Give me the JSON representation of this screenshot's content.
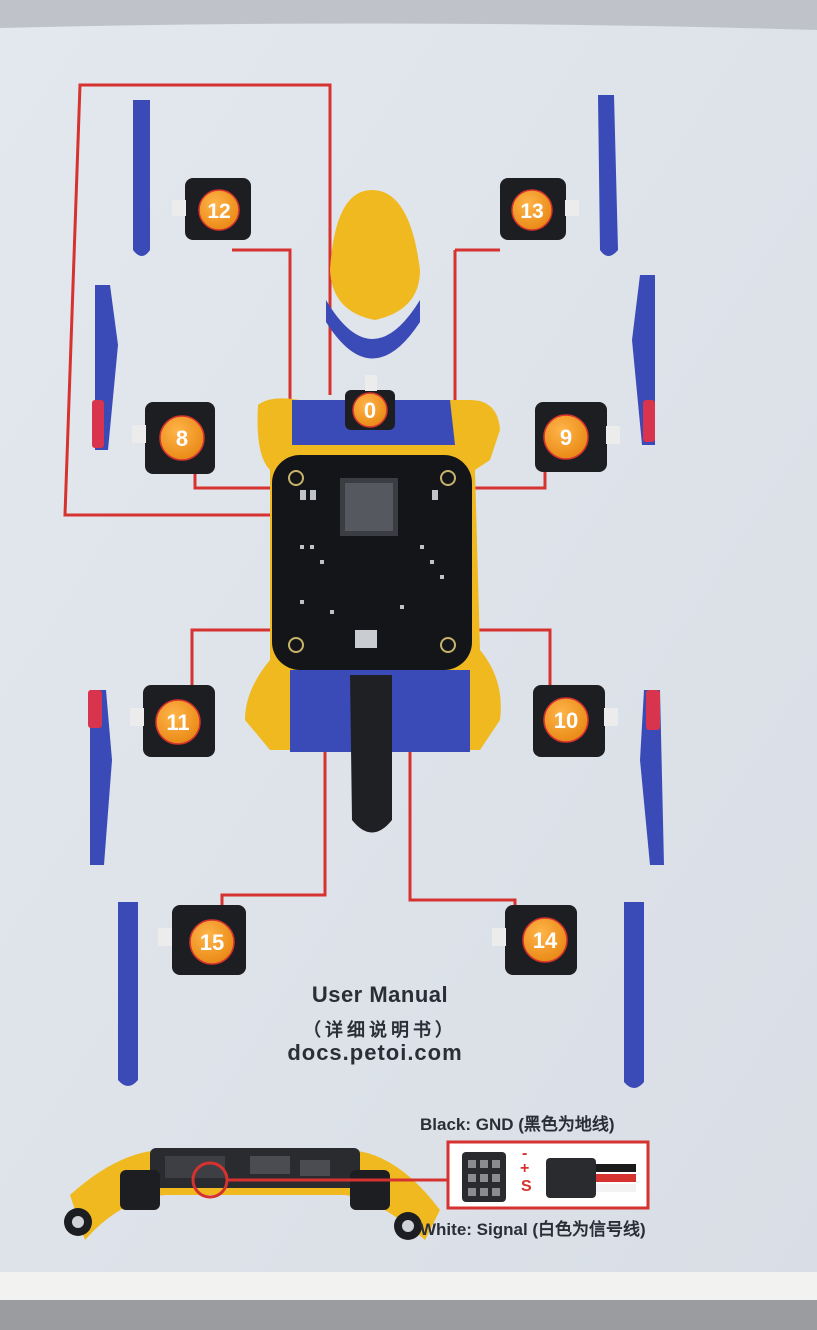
{
  "servos": [
    {
      "id": "servo-0",
      "label": "0"
    },
    {
      "id": "servo-8",
      "label": "8"
    },
    {
      "id": "servo-9",
      "label": "9"
    },
    {
      "id": "servo-10",
      "label": "10"
    },
    {
      "id": "servo-11",
      "label": "11"
    },
    {
      "id": "servo-12",
      "label": "12"
    },
    {
      "id": "servo-13",
      "label": "13"
    },
    {
      "id": "servo-14",
      "label": "14"
    },
    {
      "id": "servo-15",
      "label": "15"
    }
  ],
  "manual": {
    "title": "User Manual",
    "subtitle": "（详细说明书）",
    "url": "docs.petoi.com"
  },
  "wiring": {
    "black_note": "Black: GND (黑色为地线)",
    "white_note": "White: Signal (白色为信号线)",
    "pins": {
      "minus": "-",
      "plus": "+",
      "signal": "S"
    }
  },
  "colors": {
    "card": "#dfe4eb",
    "wire": "#d6322f",
    "servo_badge": "#f39a1e",
    "servo_body": "#1d1e22",
    "leg_blue": "#3a4bb7",
    "frame_yellow": "#efb91f",
    "pcb": "#141518"
  }
}
